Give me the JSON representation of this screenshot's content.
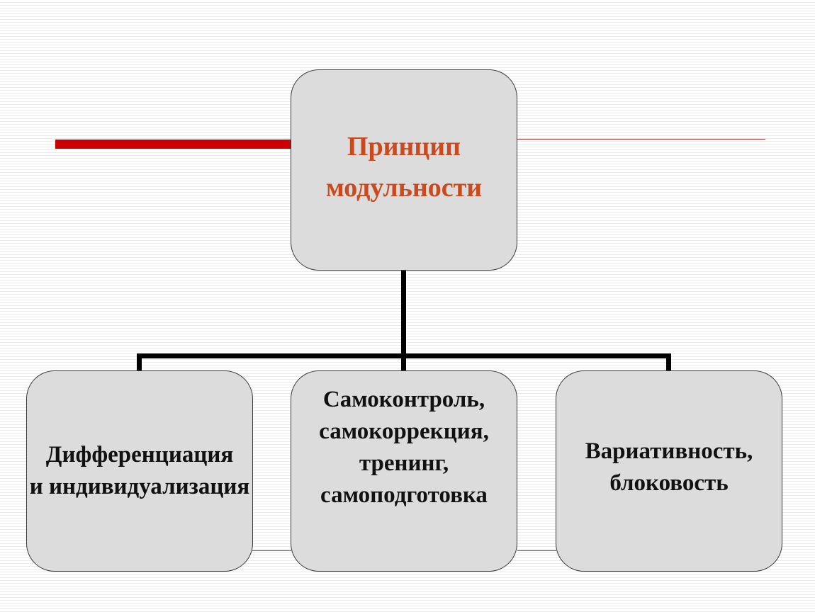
{
  "diagram": {
    "root": {
      "label": "Принцип\nмодульности",
      "color": "#c84a1e"
    },
    "children": [
      {
        "label": "Дифференциация\nи индивидуализация"
      },
      {
        "label": "Самоконтроль,\nсамокоррекция,\nтренинг,\nсамоподготовка"
      },
      {
        "label": "Вариативность,\nблоковость"
      }
    ]
  },
  "colors": {
    "box_fill": "#dcdcdc",
    "accent_red": "#cc0000",
    "connector": "#000000"
  }
}
